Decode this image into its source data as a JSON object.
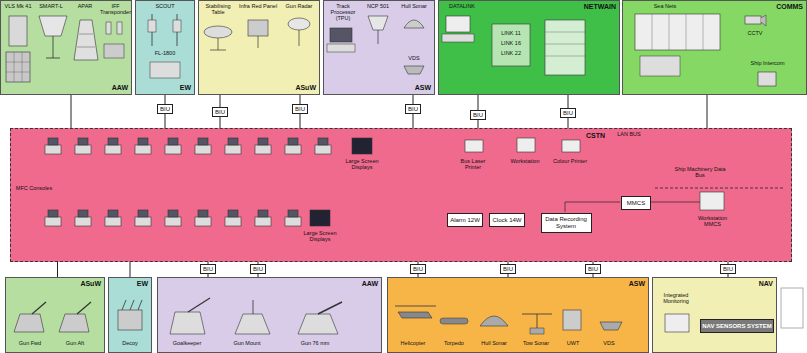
{
  "diagram": {
    "nodes": [
      {
        "text": [
          "AAW"
        ]
      },
      {
        "text": [
          "EW"
        ]
      },
      {
        "text": [
          "ASuW"
        ]
      },
      {
        "text": [
          "ASW"
        ]
      },
      {
        "text": [
          "NETWAIN"
        ]
      },
      {
        "text": [
          "COMMS"
        ]
      },
      {
        "text": [
          "CSTN"
        ]
      },
      {
        "text": [
          "Data Recording System"
        ],
        "in": 6
      },
      {
        "text": [
          "Alarm 12W"
        ],
        "in": 6
      },
      {
        "text": [
          "Clock 14W"
        ],
        "in": 6
      },
      {
        "text": [
          "MMCS"
        ],
        "in": 6
      },
      {
        "text": [
          "ASuW"
        ]
      },
      {
        "text": [
          "EW"
        ]
      },
      {
        "text": [
          "AAW"
        ]
      },
      {
        "text": [
          "ASW"
        ]
      },
      {
        "text": [
          "NAV"
        ]
      },
      {
        "text": [
          "NAV SENSORS SYSTEM"
        ],
        "in": 15
      },
      {
        "text": [
          "BIU"
        ]
      },
      {
        "text": [
          "BIU"
        ]
      },
      {
        "text": [
          "BIU"
        ]
      },
      {
        "text": [
          "BIU"
        ]
      },
      {
        "text": [
          "BIU"
        ]
      },
      {
        "text": [
          "BIU"
        ]
      },
      {
        "text": [
          "BIU"
        ]
      },
      {
        "text": [
          "BIU"
        ]
      },
      {
        "text": [
          "BIU"
        ]
      },
      {
        "text": [
          "BIU"
        ]
      },
      {
        "text": [
          "BIU"
        ]
      },
      {
        "text": [
          "BIU"
        ]
      }
    ],
    "edges": [
      {
        "from": 0,
        "to": 6,
        "arrow": "none"
      },
      {
        "from": 1,
        "to": 17,
        "arrow": "none"
      },
      {
        "from": 17,
        "to": 6,
        "arrow": "none"
      },
      {
        "from": 2,
        "to": 18,
        "arrow": "none"
      },
      {
        "from": 18,
        "to": 6,
        "arrow": "none"
      },
      {
        "from": 2,
        "to": 19,
        "arrow": "none"
      },
      {
        "from": 19,
        "to": 6,
        "arrow": "none"
      },
      {
        "from": 3,
        "to": 20,
        "arrow": "none"
      },
      {
        "from": 20,
        "to": 6,
        "arrow": "none"
      },
      {
        "from": 4,
        "to": 21,
        "arrow": "none"
      },
      {
        "from": 21,
        "to": 6,
        "arrow": "none"
      },
      {
        "from": 4,
        "to": 22,
        "arrow": "none"
      },
      {
        "from": 22,
        "to": 6,
        "arrow": "none"
      },
      {
        "from": 5,
        "to": 6,
        "arrow": "none"
      },
      {
        "from": 6,
        "to": 23,
        "arrow": "none"
      },
      {
        "from": 23,
        "to": 13,
        "arrow": "none"
      },
      {
        "from": 6,
        "to": 24,
        "arrow": "none"
      },
      {
        "from": 24,
        "to": 13,
        "arrow": "none"
      },
      {
        "from": 6,
        "to": 25,
        "arrow": "none"
      },
      {
        "from": 25,
        "to": 14,
        "arrow": "none"
      },
      {
        "from": 6,
        "to": 26,
        "arrow": "none"
      },
      {
        "from": 26,
        "to": 14,
        "arrow": "none"
      },
      {
        "from": 6,
        "to": 27,
        "arrow": "none"
      },
      {
        "from": 27,
        "to": 14,
        "arrow": "none"
      },
      {
        "from": 6,
        "to": 28,
        "arrow": "none"
      },
      {
        "from": 28,
        "to": 15,
        "arrow": "none"
      },
      {
        "from": 6,
        "to": 11,
        "arrow": "none"
      },
      {
        "from": 6,
        "to": 12,
        "arrow": "none"
      }
    ],
    "labels": [
      "VLS Mk 41",
      "SMART-L",
      "APAR",
      "IFF Transponder",
      "SCOUT",
      "FL-1800",
      "Stabilising Table",
      "Infra Red Panel",
      "Gun Radar",
      "Track Processor (TPU)",
      "NCP 501",
      "Hull Sonar",
      "VDS",
      "DATALINK",
      "LINK 11",
      "LINK 16",
      "LINK 22",
      "Sea Nets",
      "CCTV",
      "Ship Intercom",
      "MFC Consoles",
      "Large Screen Displays",
      "Large Screen Displays",
      "Bus Laser Printer",
      "Workstation",
      "Colour Printer",
      "LAN BUS",
      "Ship Machinery Data Bus",
      "Workstation MMCS",
      "Gun Fwd",
      "Gun Aft",
      "Decoy",
      "Goalkeeper",
      "Gun Mount",
      "Gun 76 mm",
      "Helicopter",
      "Torpedo",
      "Hull Sonar",
      "Tow Sonar",
      "UWT",
      "VDS",
      "Integrated Monitoring"
    ]
  }
}
